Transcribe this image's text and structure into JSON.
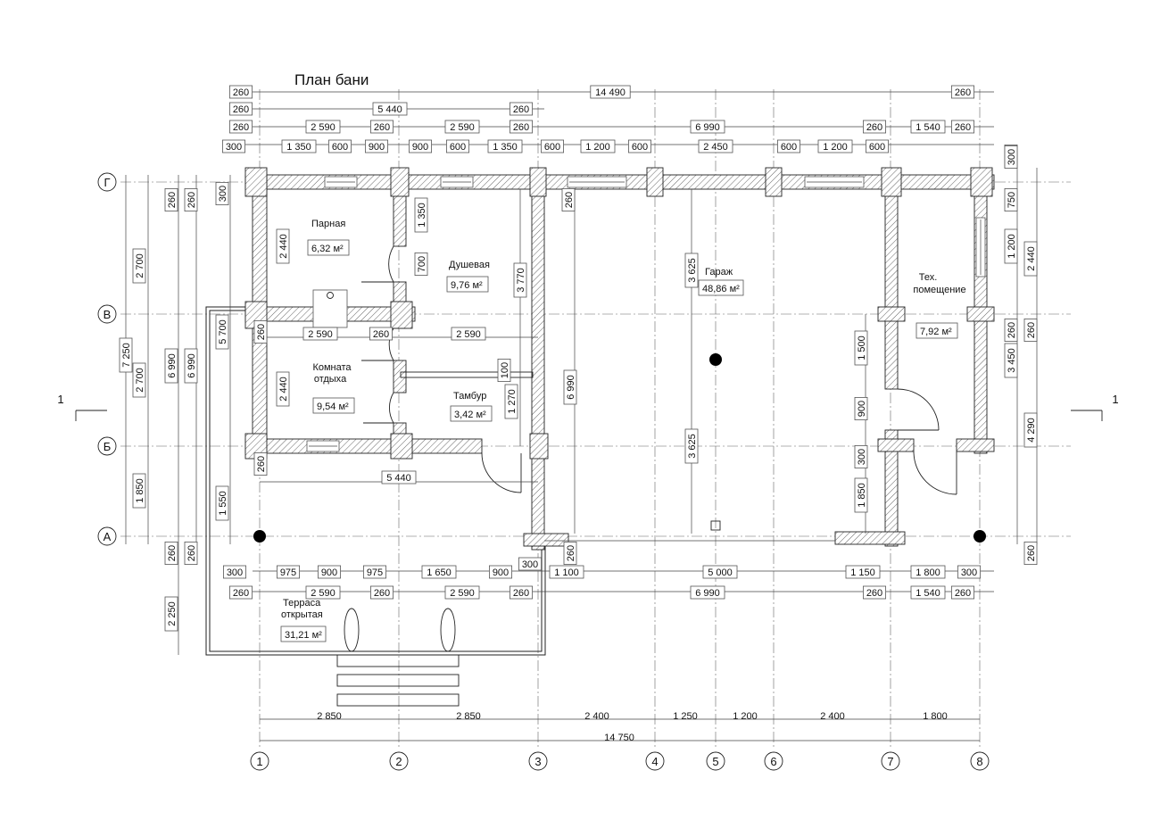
{
  "title": "План бани",
  "axes": {
    "letters": [
      "А",
      "Б",
      "В",
      "Г"
    ],
    "numbers": [
      "1",
      "2",
      "3",
      "4",
      "5",
      "6",
      "7",
      "8"
    ],
    "section": "1"
  },
  "rooms": {
    "parnaya": {
      "name": "Парная",
      "area": "6,32 м²"
    },
    "dush": {
      "name": "Душевая",
      "area": "9,76 м²"
    },
    "garage": {
      "name": "Гараж",
      "area": "48,86 м²"
    },
    "tech": {
      "name1": "Тех.",
      "name2": "помещение",
      "area": "7,92 м²"
    },
    "otdyh": {
      "name1": "Комната",
      "name2": "отдыха",
      "area": "9,54 м²"
    },
    "tambur": {
      "name": "Тамбур",
      "area": "3,42 м²"
    },
    "terrace": {
      "name1": "Терраса",
      "name2": "открытая",
      "area": "31,21 м²"
    }
  },
  "dims": {
    "top1": [
      "260",
      "14 490",
      "260"
    ],
    "top2": [
      "260",
      "5 440",
      "260"
    ],
    "top3": [
      "260",
      "2 590",
      "260",
      "2 590",
      "260",
      "6 990",
      "260",
      "1 540",
      "260"
    ],
    "top4": [
      "300",
      "1 350",
      "600",
      "900",
      "900",
      "600",
      "1 350",
      "600",
      "1 200",
      "600",
      "2 450",
      "600",
      "1 200",
      "600",
      "300"
    ],
    "left": [
      "260",
      "260",
      "300",
      "2 700",
      "2 440",
      "7 250",
      "6 990",
      "6 990",
      "5 700",
      "260",
      "2 700",
      "2 440",
      "1 850",
      "1 550",
      "260",
      "260",
      "260",
      "2 250"
    ],
    "right": [
      "300",
      "750",
      "1 200",
      "2 440",
      "260",
      "3 450",
      "260",
      "4 290",
      "260"
    ],
    "inner": [
      "1 350",
      "700",
      "3 770",
      "2 590",
      "260",
      "2 590",
      "100",
      "1 270",
      "5 440",
      "6 990",
      "260",
      "3 625",
      "3 625",
      "260",
      "1 500",
      "900",
      "300",
      "1 850"
    ],
    "bot1": [
      "300",
      "975",
      "900",
      "975",
      "1 650",
      "900",
      "300",
      "1 100",
      "5 000",
      "1 150",
      "1 800",
      "300"
    ],
    "bot2": [
      "260",
      "2 590",
      "260",
      "2 590",
      "260",
      "6 990",
      "260",
      "1 540",
      "260"
    ],
    "bot3": [
      "2 850",
      "2 850",
      "2 400",
      "1 250",
      "1 200",
      "2 400",
      "1 800"
    ],
    "bot4": [
      "14 750"
    ]
  }
}
